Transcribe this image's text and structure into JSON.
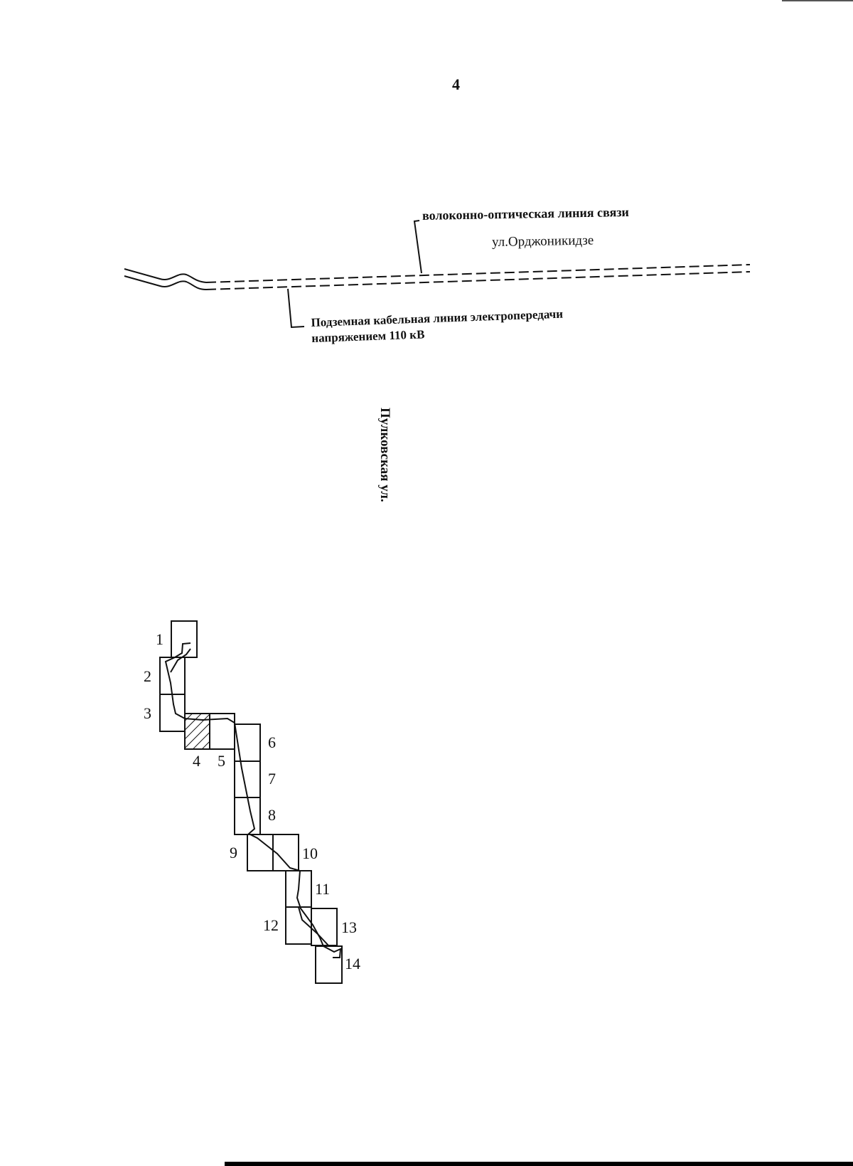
{
  "page_number": "4",
  "labels": {
    "fiber_optic_line": "волоконно-оптическая линия связи",
    "street_ordzhonikidze": "ул.Орджоникидзе",
    "cable_line": [
      "Подземная кабельная линия электропередачи",
      "напряжением 110 кВ"
    ],
    "street_pulkovskaya": "Пулковская ул."
  },
  "sheet_index": {
    "highlighted_sheet": "4",
    "sheets": [
      "1",
      "2",
      "3",
      "4",
      "5",
      "6",
      "7",
      "8",
      "9",
      "10",
      "11",
      "12",
      "13",
      "14"
    ]
  }
}
